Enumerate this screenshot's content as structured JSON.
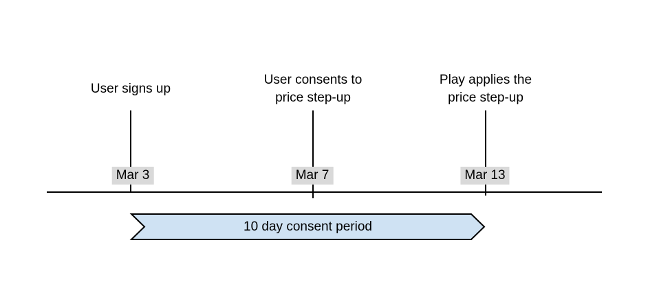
{
  "colors": {
    "background": "#ffffff",
    "line_color": "#000000",
    "text_color": "#000000",
    "banner_fill": "#cfe2f3",
    "date_bg": "#d9d9d9"
  },
  "timeline": {
    "events": [
      {
        "label": "User signs up",
        "date": "Mar 3"
      },
      {
        "label": "User consents to\nprice step-up",
        "date": "Mar 7"
      },
      {
        "label": "Play applies the\nprice step-up",
        "date": "Mar 13"
      }
    ],
    "period": {
      "label": "10 day consent period",
      "spans_from": "Mar 3",
      "spans_to": "Mar 13"
    }
  }
}
